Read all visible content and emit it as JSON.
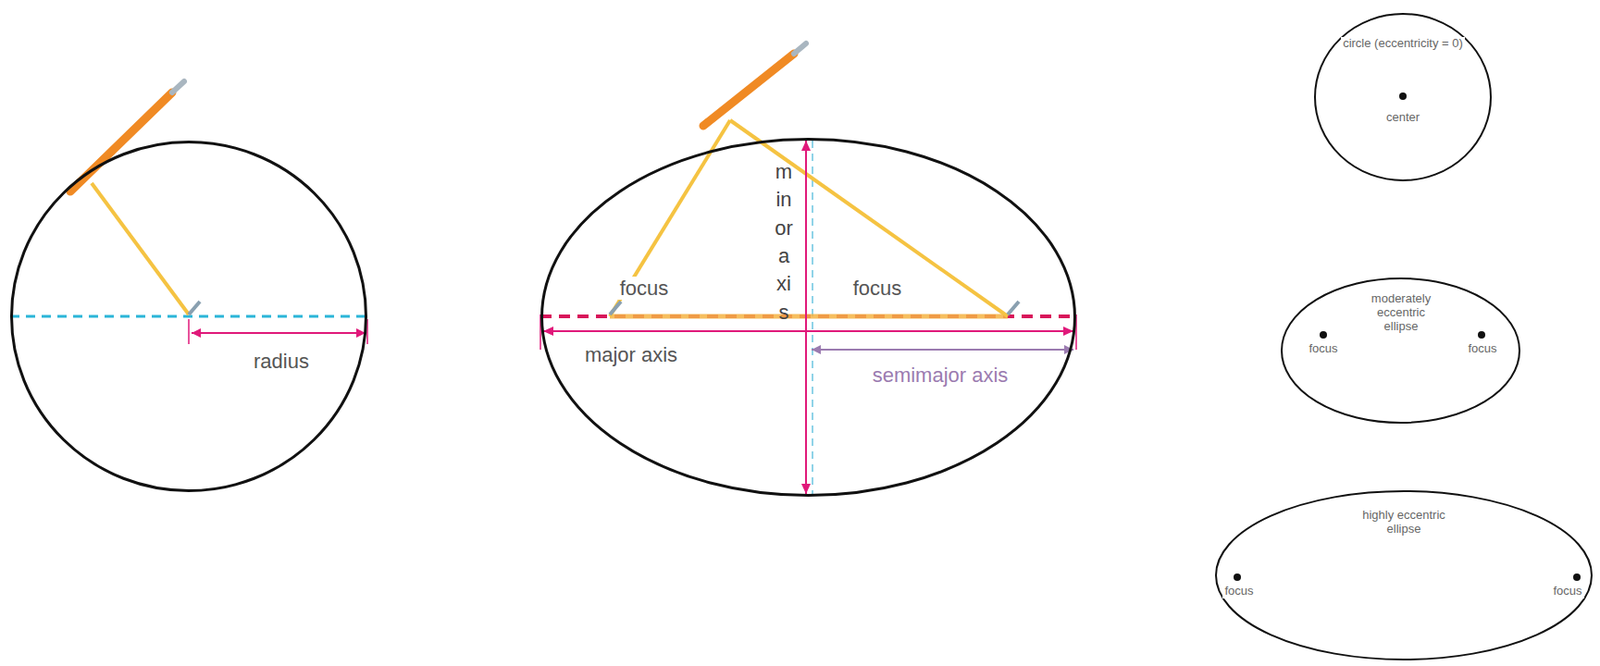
{
  "diagram": {
    "nodes": [
      {
        "text": [
          "radius"
        ]
      },
      {
        "text": [
          "minor axis",
          "focus",
          "focus",
          "major axis",
          "semimajor axis"
        ]
      },
      {
        "text": [
          "circle (eccentricity = 0)",
          "center"
        ]
      },
      {
        "text": [
          "moderately eccentric ellipse",
          "focus",
          "focus"
        ]
      },
      {
        "text": [
          "highly eccentric ellipse",
          "focus",
          "focus"
        ]
      }
    ]
  }
}
